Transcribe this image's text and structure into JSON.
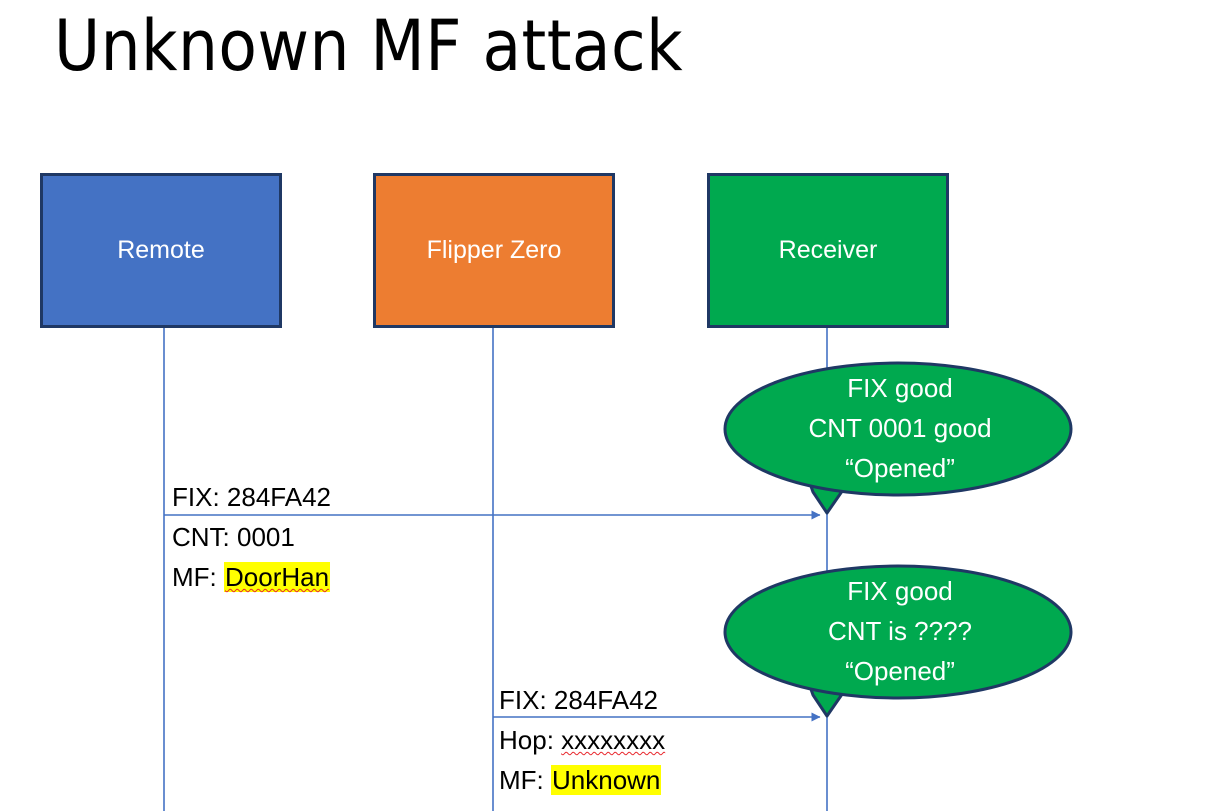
{
  "slide": {
    "title": "Unknown MF attack",
    "background_color": "#FFFFFF"
  },
  "colors": {
    "remote_fill": "#4472C4",
    "flipper_fill": "#ED7D31",
    "receiver_fill": "#00A94F",
    "box_border": "#1F3864",
    "lifeline": "#4472C4",
    "arrow": "#4472C4",
    "callout_fill": "#00A94F",
    "callout_border": "#1F3864",
    "highlight": "#FFFF00",
    "spellcheck_underline": "#E8262C",
    "text_dark": "#000000",
    "text_light": "#FFFFFF"
  },
  "actors": [
    {
      "id": "remote",
      "label": "Remote",
      "fill": "#4472C4"
    },
    {
      "id": "flipper",
      "label": "Flipper Zero",
      "fill": "#ED7D31"
    },
    {
      "id": "receiver",
      "label": "Receiver",
      "fill": "#00A94F"
    }
  ],
  "messages": [
    {
      "id": "msg-1",
      "from": "remote",
      "to": "receiver",
      "label_above": "FIX: 284FA42",
      "lines_below": [
        {
          "prefix": "CNT: ",
          "value": "0001",
          "highlighted": false,
          "spellcheck": false
        },
        {
          "prefix": "MF: ",
          "value": "DoorHan",
          "highlighted": true,
          "spellcheck": true
        }
      ]
    },
    {
      "id": "msg-2",
      "from": "flipper",
      "to": "receiver",
      "label_above": "FIX: 284FA42",
      "lines_below": [
        {
          "prefix": "Hop: ",
          "value": "xxxxxxxx",
          "highlighted": false,
          "spellcheck": true
        },
        {
          "prefix": "MF: ",
          "value": "Unknown",
          "highlighted": true,
          "spellcheck": false
        }
      ]
    }
  ],
  "callouts": [
    {
      "id": "callout-1",
      "attached_to": "msg-1",
      "lines": [
        "FIX good",
        "CNT 0001 good",
        "“Opened”"
      ]
    },
    {
      "id": "callout-2",
      "attached_to": "msg-2",
      "lines": [
        "FIX good",
        "CNT is ????",
        "“Opened”"
      ]
    }
  ]
}
